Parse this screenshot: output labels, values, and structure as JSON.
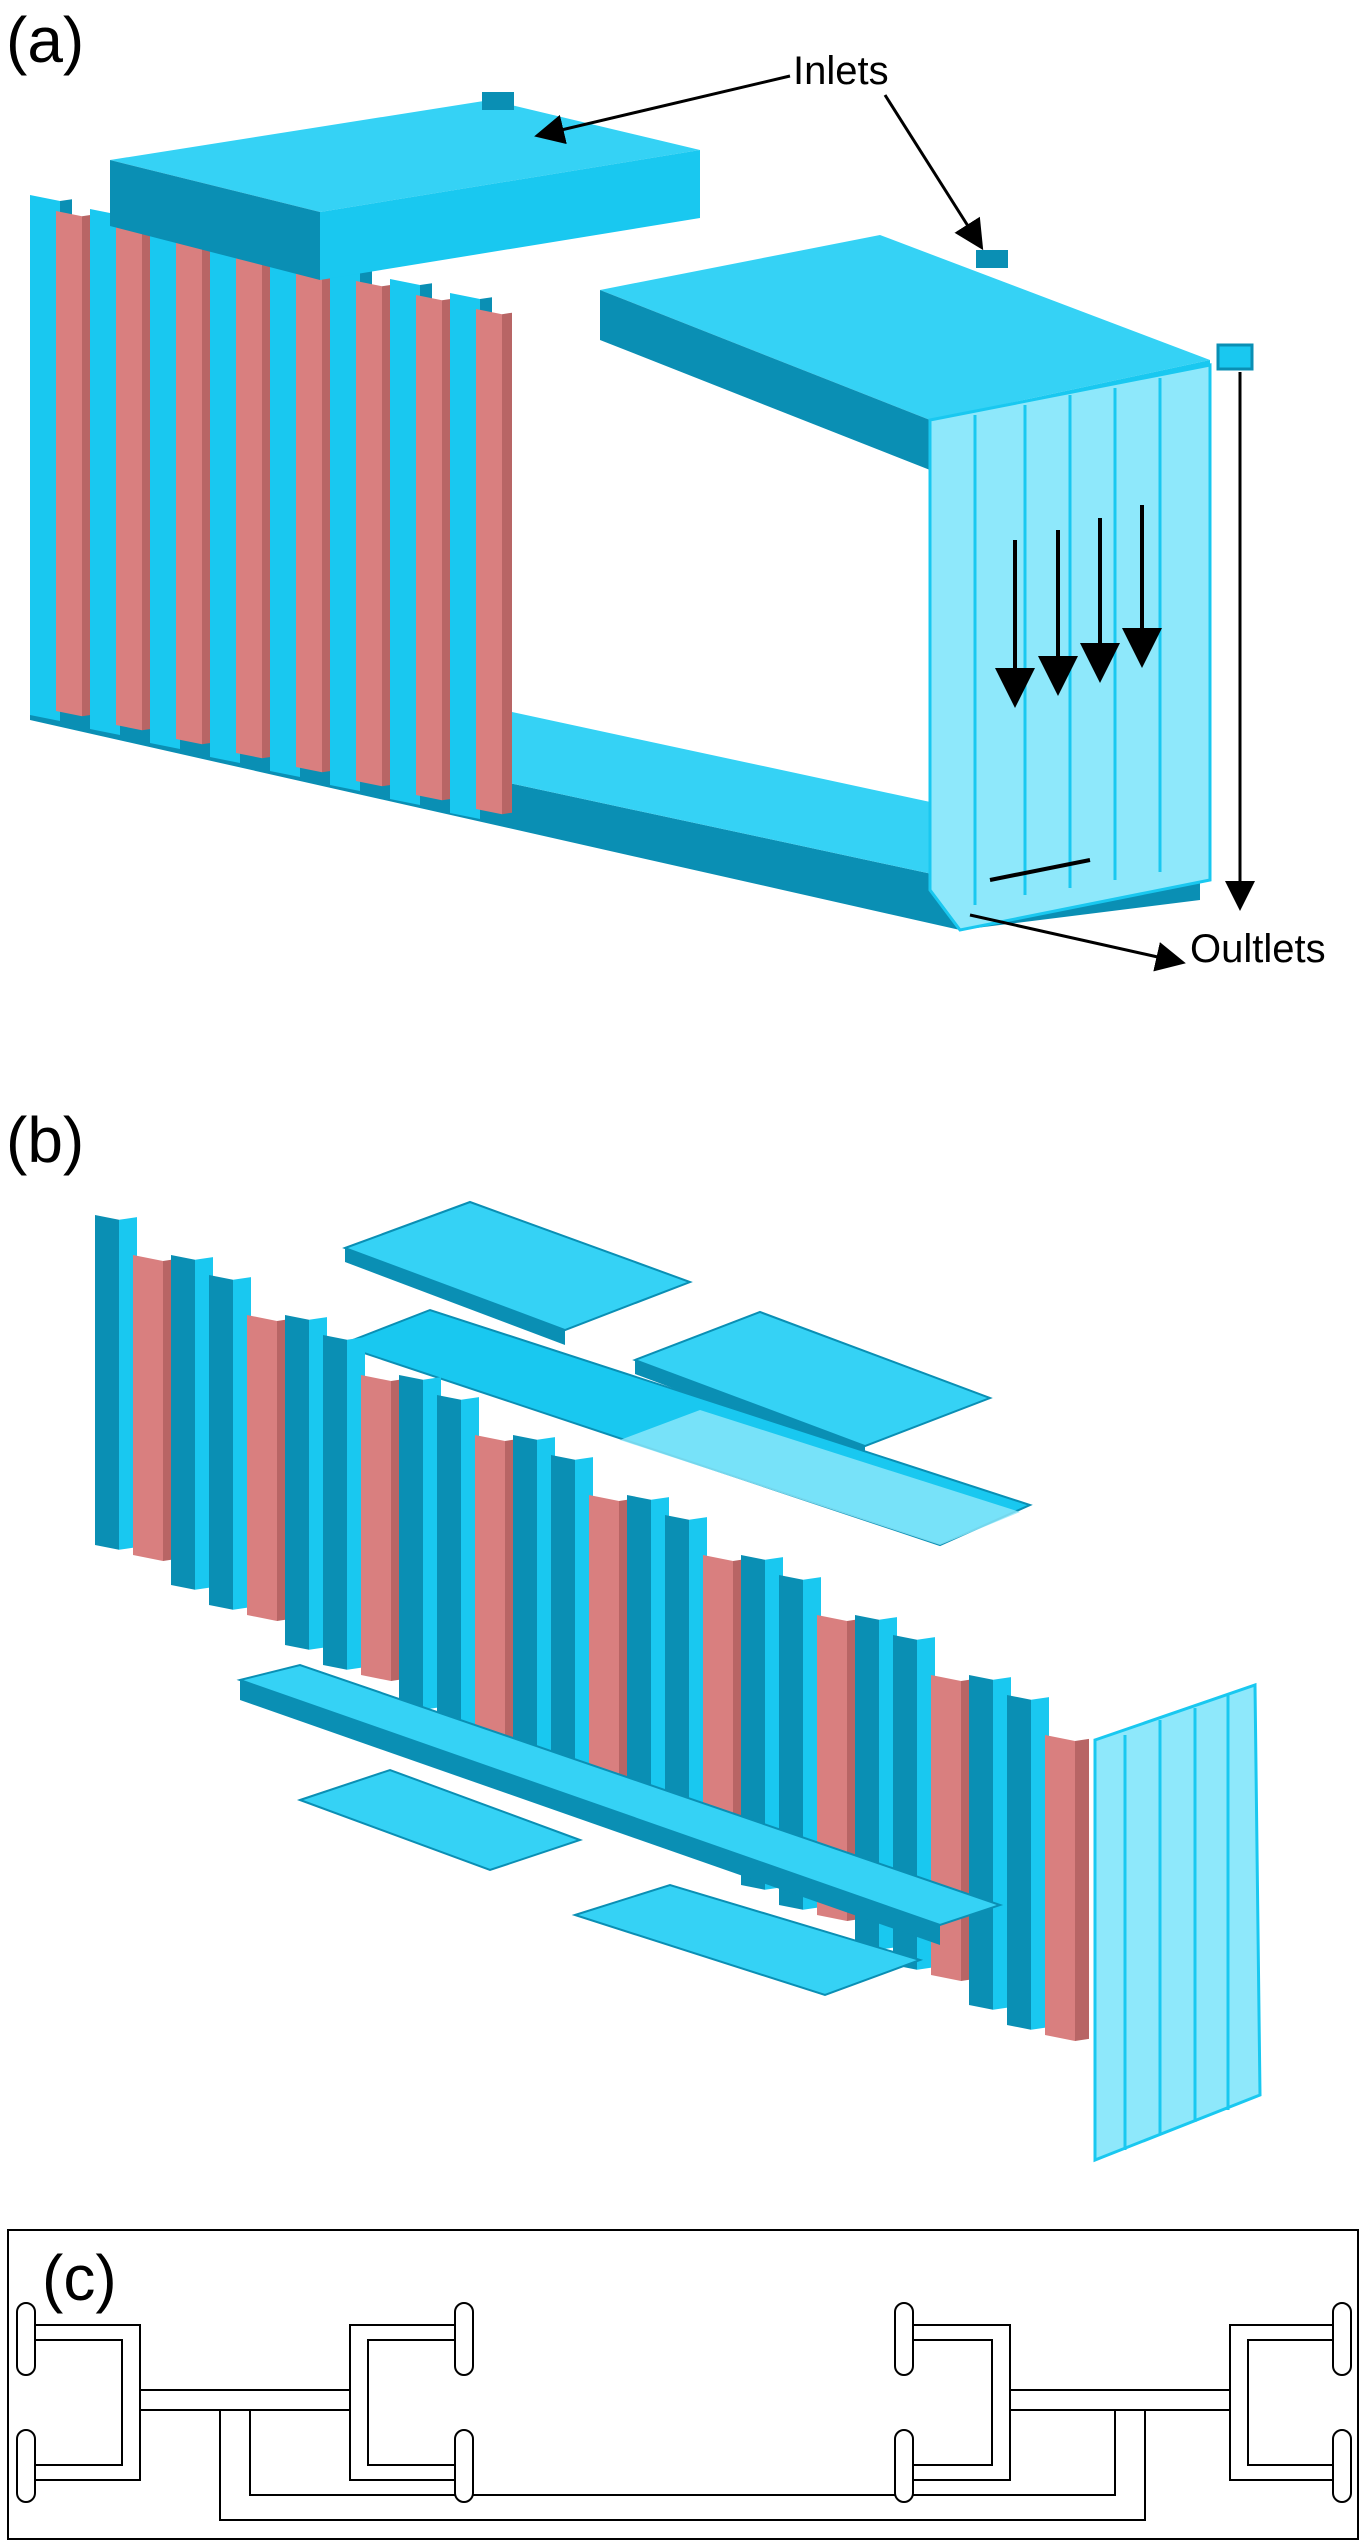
{
  "panels": {
    "a": {
      "label": "(a)"
    },
    "b": {
      "label": "(b)"
    },
    "c": {
      "label": "(c)"
    }
  },
  "callouts": {
    "inlets": "Inlets",
    "outlets": "Oultlets"
  },
  "colors": {
    "cold_plate": "#19c8f0",
    "cold_plate_dark": "#0a8fb4",
    "cold_plate_face": "#35d2f5",
    "cold_plate_light": "#8ee8fb",
    "battery_cell": "#d97f7f",
    "battery_cell_dark": "#b86565",
    "line": "#000000"
  }
}
